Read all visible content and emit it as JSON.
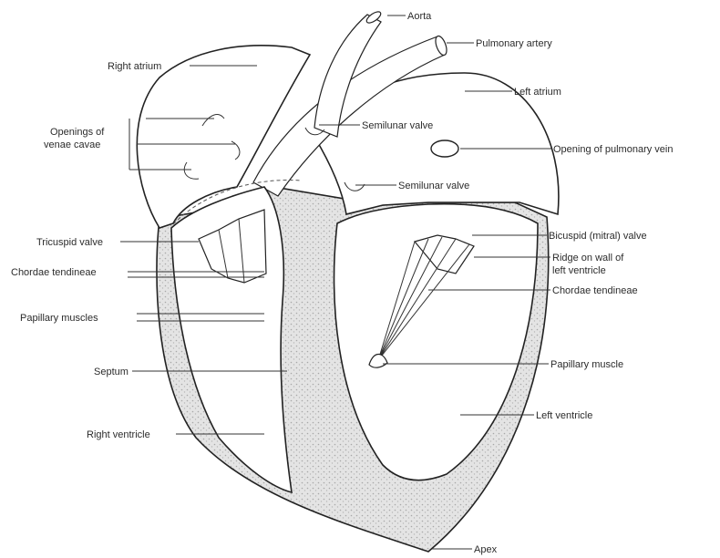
{
  "labels": {
    "aorta": "Aorta",
    "pulmonary_artery": "Pulmonary artery",
    "right_atrium": "Right atrium",
    "left_atrium": "Left atrium",
    "openings_venae_cavae_1": "Openings of",
    "openings_venae_cavae_2": "venae cavae",
    "semilunar_valve_1": "Semilunar valve",
    "opening_pulmonary_vein": "Opening of pulmonary vein",
    "semilunar_valve_2": "Semilunar valve",
    "bicuspid_valve": "Bicuspid (mitral) valve",
    "tricuspid_valve": "Tricuspid valve",
    "ridge_1": "Ridge on wall of",
    "ridge_2": "left ventricle",
    "chordae_left": "Chordae tendineae",
    "chordae_right": "Chordae tendineae",
    "papillary_muscles": "Papillary muscles",
    "septum": "Septum",
    "papillary_muscle": "Papillary muscle",
    "left_ventricle": "Left ventricle",
    "right_ventricle": "Right ventricle",
    "apex": "Apex"
  }
}
